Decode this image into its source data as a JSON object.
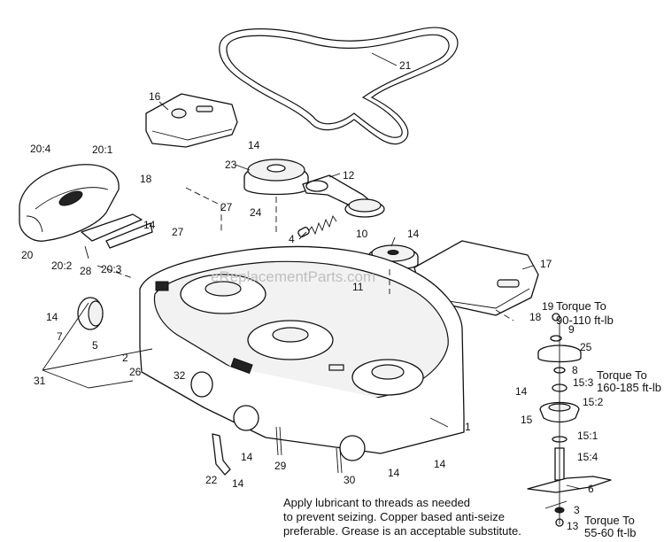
{
  "callouts": {
    "c1": "1",
    "c2": "2",
    "c3": "3",
    "c4": "4",
    "c5": "5",
    "c6": "6",
    "c7": "7",
    "c8": "8",
    "c9": "9",
    "c10": "10",
    "c11": "11",
    "c12": "12",
    "c13": "13",
    "c14a": "14",
    "c14b": "14",
    "c14c": "14",
    "c14d": "14",
    "c14e": "14",
    "c14f": "14",
    "c14g": "14",
    "c14h": "14",
    "c14i": "14",
    "c15": "15",
    "c15_1": "15:1",
    "c15_2": "15:2",
    "c15_3": "15:3",
    "c15_4": "15:4",
    "c16": "16",
    "c17": "17",
    "c18a": "18",
    "c18b": "18",
    "c19": "19",
    "c20": "20",
    "c20_1": "20:1",
    "c20_2": "20:2",
    "c20_3": "20:3",
    "c20_4": "20:4",
    "c21": "21",
    "c22": "22",
    "c23": "23",
    "c24": "24",
    "c25": "25",
    "c26": "26",
    "c27a": "27",
    "c27b": "27",
    "c28": "28",
    "c29": "29",
    "c30": "30",
    "c31": "31",
    "c32": "32"
  },
  "torque": {
    "t1_line1": "Torque To",
    "t1_line2": "90-110 ft-lb",
    "t2_line1": "Torque To",
    "t2_line2": "160-185 ft-lb",
    "t3_line1": "Torque To",
    "t3_line2": "55-60 ft-lb"
  },
  "note": {
    "line1": "Apply lubricant to threads as needed",
    "line2": "to prevent seizing. Copper based anti-seize",
    "line3": "preferable. Grease is an acceptable substitute."
  },
  "watermark": "eReplacementParts.com"
}
